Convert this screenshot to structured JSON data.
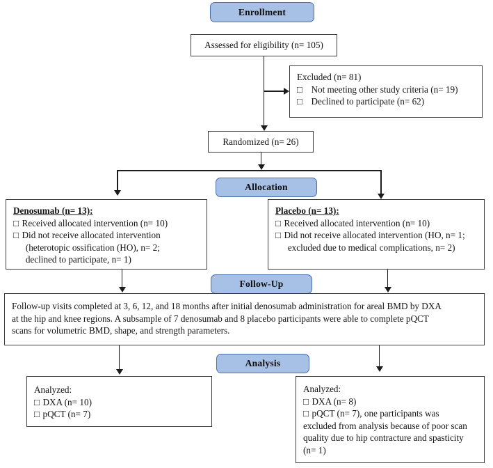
{
  "diagram": {
    "title": "CONSORT participant flow diagram",
    "accent_pill_fill": "#a7c0e6",
    "accent_pill_border": "#4a6ea8",
    "box_border": "#3a3a3a",
    "line_color": "#1c1c1c",
    "bullet_glyph": "□"
  },
  "stages": {
    "enrollment": "Enrollment",
    "allocation": "Allocation",
    "followup": "Follow-Up",
    "analysis": "Analysis"
  },
  "enrollment": {
    "assessed": "Assessed for eligibility (n= 105)",
    "excluded": {
      "heading": "Excluded (n= 81)",
      "items": [
        "Not meeting other study criteria (n= 19)",
        "Declined to participate (n= 62)"
      ]
    },
    "randomized": "Randomized (n= 26)"
  },
  "allocation": {
    "denosumab": {
      "heading": "Denosumab (n= 13):",
      "item1": "Received allocated intervention (n= 10)",
      "item2": "Did not receive allocated intervention",
      "item2_cont1": "(heterotopic ossification (HO), n= 2;",
      "item2_cont2": "declined to participate, n= 1)"
    },
    "placebo": {
      "heading": "Placebo (n= 13):",
      "item1": "Received allocated intervention (n= 10)",
      "item2": "Did not receive allocated intervention (HO, n= 1;",
      "item2_cont1": "excluded due to medical complications, n= 2)"
    }
  },
  "followup": {
    "line1": "Follow-up visits completed at 3, 6, 12, and 18 months after initial denosumab administration for areal BMD by DXA",
    "line2": "at the hip and knee regions.  A subsample of 7 denosumab and 8 placebo participants were able to complete pQCT",
    "line3": "scans for volumetric BMD, shape, and strength parameters."
  },
  "analysis": {
    "left": {
      "heading": "Analyzed:",
      "item1": "DXA (n= 10)",
      "item2": "pQCT (n= 7)"
    },
    "right": {
      "heading": "Analyzed:",
      "item1": "DXA (n= 8)",
      "item2": "pQCT (n= 7), one participants was",
      "cont1": "excluded from analysis because of poor scan",
      "cont2": "quality due to hip contracture and spasticity",
      "cont3": "(n= 1)"
    }
  }
}
